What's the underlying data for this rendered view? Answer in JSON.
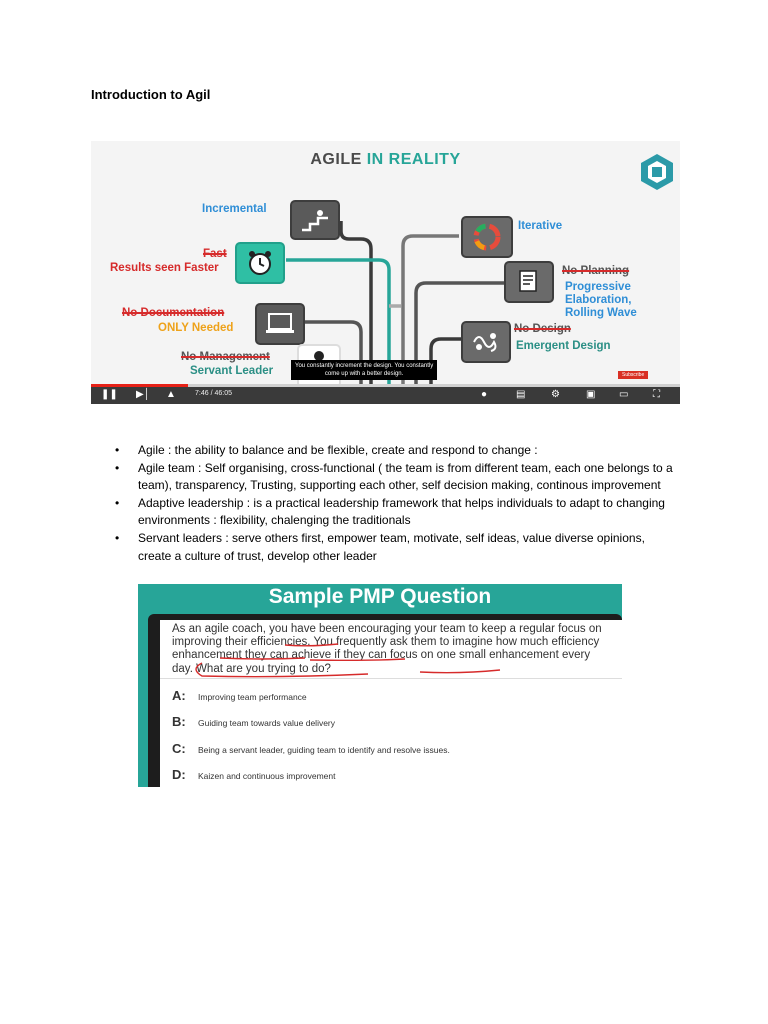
{
  "doc": {
    "title": "Introduction to Agil"
  },
  "video": {
    "title_main": "AGILE",
    "title_accent": "IN REALITY",
    "labels": {
      "incremental": "Incremental",
      "fast": "Fast",
      "results": "Results seen Faster",
      "no_doc": "No Documentation",
      "only_needed": "ONLY Needed",
      "no_mgmt": "No Management",
      "servant": "Servant Leader",
      "iterative": "Iterative",
      "no_planning": "No Planning",
      "progressive": "Progressive",
      "elaboration": "Elaboration,",
      "rolling": "Rolling Wave",
      "no_design": "No Design",
      "emergent": "Emergent Design"
    },
    "caption_line1": "You constantly increment the design. You constantly",
    "caption_line2": "come up with a better design.",
    "subscribe": "Subscribe",
    "time": "7:46 / 46:05",
    "progress_fraction": 0.165
  },
  "bullets": [
    "Agile : the ability to balance and be flexible, create and respond to change :",
    "Agile team : Self organising, cross-functional ( the team is from different team, each one belongs to a team), transparency, Trusting, supporting each other, self decision making, continous improvement",
    "Adaptive leadership : is a practical leadership framework that helps individuals to adapt to changing environments : flexibility, chalenging the traditionals",
    "Servant leaders : serve others first, empower team, motivate, self ideas, value diverse opinions, create a culture of trust, develop other leader"
  ],
  "pmp": {
    "title": "Sample PMP Question",
    "question": "As an agile coach, you have been encouraging your team to keep a regular focus on improving their efficiencies. You frequently ask them to imagine how much efficiency enhancement they can achieve if they can focus on one small enhancement every day. What are you trying to do?",
    "options": [
      {
        "letter": "A:",
        "text": "Improving team performance"
      },
      {
        "letter": "B:",
        "text": "Guiding team towards value delivery"
      },
      {
        "letter": "C:",
        "text": "Being a servant leader, guiding team to identify and resolve issues."
      },
      {
        "letter": "D:",
        "text": "Kaizen and continuous improvement"
      }
    ]
  }
}
